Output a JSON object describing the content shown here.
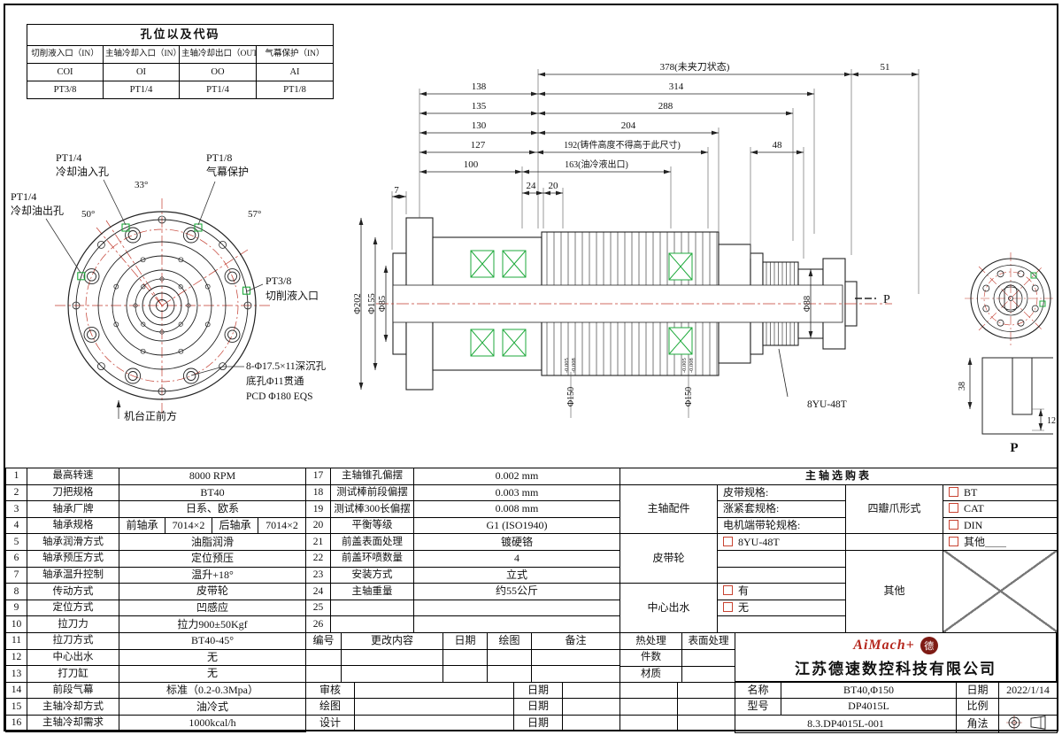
{
  "hole_table": {
    "title": "孔位以及代码",
    "headers": [
      "切削液入口（IN）",
      "主轴冷却入口（IN）",
      "主轴冷却出口（OUT）",
      "气幕保护（IN）"
    ],
    "codes": [
      "COI",
      "OI",
      "OO",
      "AI"
    ],
    "sizes": [
      "PT3/8",
      "PT1/4",
      "PT1/4",
      "PT1/8"
    ]
  },
  "fv": {
    "pt14_in": "PT1/4",
    "pt14_in_d": "冷却油入孔",
    "pt18": "PT1/8",
    "pt18_d": "气幕保护",
    "pt14_out": "PT1/4",
    "pt14_out_d": "冷却油出孔",
    "pt38": "PT3/8",
    "pt38_d": "切削液入口",
    "a33": "33°",
    "a57": "57°",
    "a50": "50°",
    "note1": "8-Φ17.5×11深沉孔",
    "note2": "底孔Φ11贯通",
    "note3": "PCD Φ180 EQS",
    "front": "机台正前方"
  },
  "sv": {
    "d378": "378(未夹刀状态)",
    "d51": "51",
    "d138": "138",
    "d314": "314",
    "d135": "135",
    "d288": "288",
    "d130": "130",
    "d204": "204",
    "d127": "127",
    "d192": "192(铸件高度不得高于此尺寸)",
    "d100": "100",
    "d163": "163(油冷液出口)",
    "d24": "24",
    "d20": "20",
    "d7": "7",
    "d48": "48",
    "dia202": "Φ202",
    "dia155": "Φ155",
    "dia85": "Φ85",
    "dia88": "Φ88",
    "dia150": "Φ150",
    "tol_u": "-0.005",
    "tol_l": "-0.008",
    "belt": "8YU-48T",
    "p": "P",
    "d38": "38",
    "d12": "12"
  },
  "spec_left": [
    {
      "n": "1",
      "l": "最高转速",
      "v": "8000 RPM"
    },
    {
      "n": "2",
      "l": "刀把规格",
      "v": "BT40"
    },
    {
      "n": "3",
      "l": "轴承厂牌",
      "v": "日系、欧系"
    },
    {
      "n": "4",
      "l": "轴承规格",
      "f1": "前轴承",
      "f2": "7014×2",
      "f3": "后轴承",
      "f4": "7014×2"
    },
    {
      "n": "5",
      "l": "轴承润滑方式",
      "v": "油脂润滑"
    },
    {
      "n": "6",
      "l": "轴承预压方式",
      "v": "定位预压"
    },
    {
      "n": "7",
      "l": "轴承温升控制",
      "v": "温升+18°"
    },
    {
      "n": "8",
      "l": "传动方式",
      "v": "皮带轮"
    },
    {
      "n": "9",
      "l": "定位方式",
      "v": "凹感应"
    },
    {
      "n": "10",
      "l": "拉刀力",
      "v": "拉力900±50Kgf"
    },
    {
      "n": "11",
      "l": "拉刀方式",
      "v": "BT40-45°"
    },
    {
      "n": "12",
      "l": "中心出水",
      "v": "无"
    },
    {
      "n": "13",
      "l": "打刀缸",
      "v": "无"
    },
    {
      "n": "14",
      "l": "前段气幕",
      "v": "标准（0.2-0.3Mpa）"
    },
    {
      "n": "15",
      "l": "主轴冷却方式",
      "v": "油冷式"
    },
    {
      "n": "16",
      "l": "主轴冷却需求",
      "v": "1000kcal/h"
    }
  ],
  "spec_mid": [
    {
      "n": "17",
      "l": "主轴锥孔偏摆",
      "v": "0.002 mm"
    },
    {
      "n": "18",
      "l": "测试棒前段偏摆",
      "v": "0.003 mm"
    },
    {
      "n": "19",
      "l": "测试棒300长偏摆",
      "v": "0.008 mm"
    },
    {
      "n": "20",
      "l": "平衡等级",
      "v": "G1 (ISO1940)"
    },
    {
      "n": "21",
      "l": "前盖表面处理",
      "v": "镀硬铬"
    },
    {
      "n": "22",
      "l": "前盖环喷数量",
      "v": "4"
    },
    {
      "n": "23",
      "l": "安装方式",
      "v": "立式"
    },
    {
      "n": "24",
      "l": "主轴重量",
      "v": "约55公斤"
    },
    {
      "n": "25",
      "l": "",
      "v": ""
    },
    {
      "n": "26",
      "l": "",
      "v": ""
    }
  ],
  "sel": {
    "title": "主轴选购表",
    "acc": "主轴配件",
    "belt_spec": "皮带规格:",
    "sleeve": "涨紧套规格:",
    "motor": "电机端带轮规格:",
    "claw": "四瓣爪形式",
    "bt": "BT",
    "cat": "CAT",
    "din": "DIN",
    "other_opt": "其他＿＿",
    "pulley": "皮带轮",
    "pulley_val": "8YU-48T",
    "other": "其他",
    "coolant": "中心出水",
    "yes": "有",
    "no": "无"
  },
  "rev": {
    "h": [
      "编号",
      "更改内容",
      "日期",
      "绘图",
      "备注"
    ]
  },
  "sig": {
    "check": "审核",
    "draw": "绘图",
    "design": "设计",
    "date": "日期"
  },
  "heat": {
    "heat": "热处理",
    "surface": "表面处理",
    "qty": "件数",
    "material": "材质"
  },
  "tb": {
    "name_l": "名称",
    "name_v": "BT40,Φ150",
    "date_l": "日期",
    "date_v": "2022/1/14",
    "model_l": "型号",
    "model_v": "DP4015L",
    "scale_l": "比例",
    "doc": "8.3.DP4015L-001",
    "angle_l": "角法",
    "logo": "AiMach+",
    "logo_badge": "德",
    "company": "江苏德速数控科技有限公司"
  }
}
